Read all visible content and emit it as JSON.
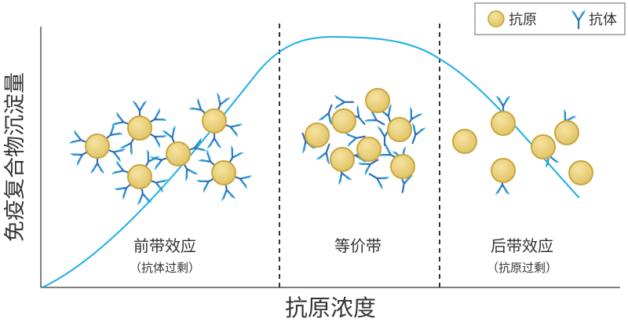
{
  "y_axis_label": "免疫复合物沉淀量",
  "x_axis_label": "抗原浓度",
  "legend": {
    "antigen": "抗原",
    "antibody": "抗体"
  },
  "zones": [
    {
      "title": "前带效应",
      "subtitle": "（抗体过剩）"
    },
    {
      "title": "等价带",
      "subtitle": ""
    },
    {
      "title": "后带效应",
      "subtitle": "（抗原过剩）"
    }
  ],
  "colors": {
    "curve": "#1ab0e6",
    "antigen_fill": "#e9cf7c",
    "antigen_stroke": "#c8a73e",
    "antibody": "#2f6fb6",
    "antibody_light": "#29a8e0",
    "axis": "#555555",
    "divider": "#333333"
  },
  "icons": {
    "antigen": "antigen-ball-icon",
    "antibody": "antibody-y-icon"
  }
}
